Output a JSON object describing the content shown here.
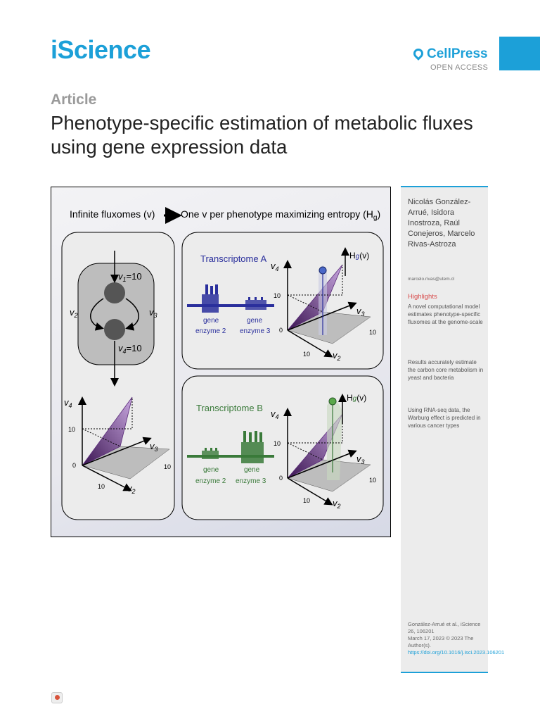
{
  "header": {
    "journal": "iScience",
    "publisher": "CellPress",
    "publisher_sub": "OPEN ACCESS",
    "accent": "#1ca0d8"
  },
  "article": {
    "label": "Article",
    "title": "Phenotype-specific estimation of metabolic fluxes using gene expression data"
  },
  "figure": {
    "heading_prefix": "Infinite fluxomes (v)",
    "heading_suffix": "One v per phenotype maximizing entropy (H",
    "heading_sub": "g",
    "heading_end": ")",
    "network": {
      "v1": "v",
      "v1_sub": "1",
      "v1_val": "=10",
      "v2": "v",
      "v2_sub": "2",
      "v3": "v",
      "v3_sub": "3",
      "v4": "v",
      "v4_sub": "4",
      "v4_val": "=10"
    },
    "axes": {
      "v4": "v",
      "v4_sub": "4",
      "v3": "v",
      "v3_sub": "3",
      "v2": "v",
      "v2_sub": "2",
      "ten": "10",
      "zero": "0",
      "hg": "H",
      "hg_sub": "g",
      "hg_arg": "(v)"
    },
    "panel_a": {
      "title": "Transcriptome A",
      "color": "#2a2f9c",
      "gene2": "gene",
      "gene2b": "enzyme 2",
      "gene3": "gene",
      "gene3b": "enzyme 3"
    },
    "panel_b": {
      "title": "Transcriptome B",
      "color": "#3a7a3a",
      "gene2": "gene",
      "gene2b": "enzyme 2",
      "gene3": "gene",
      "gene3b": "enzyme 3"
    },
    "colors": {
      "plane": "#7a2f9c",
      "ball_a": "#4a68c8",
      "ball_b": "#5aa84a"
    }
  },
  "sidebar": {
    "authors": "Nicolás González-Arrué, Isidora Inostroza, Raúl Conejeros, Marcelo Rivas-Astroza",
    "email": "marcelo.rivas@utem.cl",
    "highlights_title": "Highlights",
    "highlights": [
      "A novel computational model estimates phenotype-specific fluxomes at the genome-scale",
      "Results accurately estimate the carbon core metabolism in yeast and bacteria",
      "Using RNA-seq data, the Warburg effect is predicted in various cancer types"
    ],
    "citation": "González-Arrué et al., iScience 26, 106201",
    "date": "March 17, 2023 © 2023 The Author(s).",
    "doi": "https://doi.org/10.1016/j.isci.2023.106201"
  }
}
